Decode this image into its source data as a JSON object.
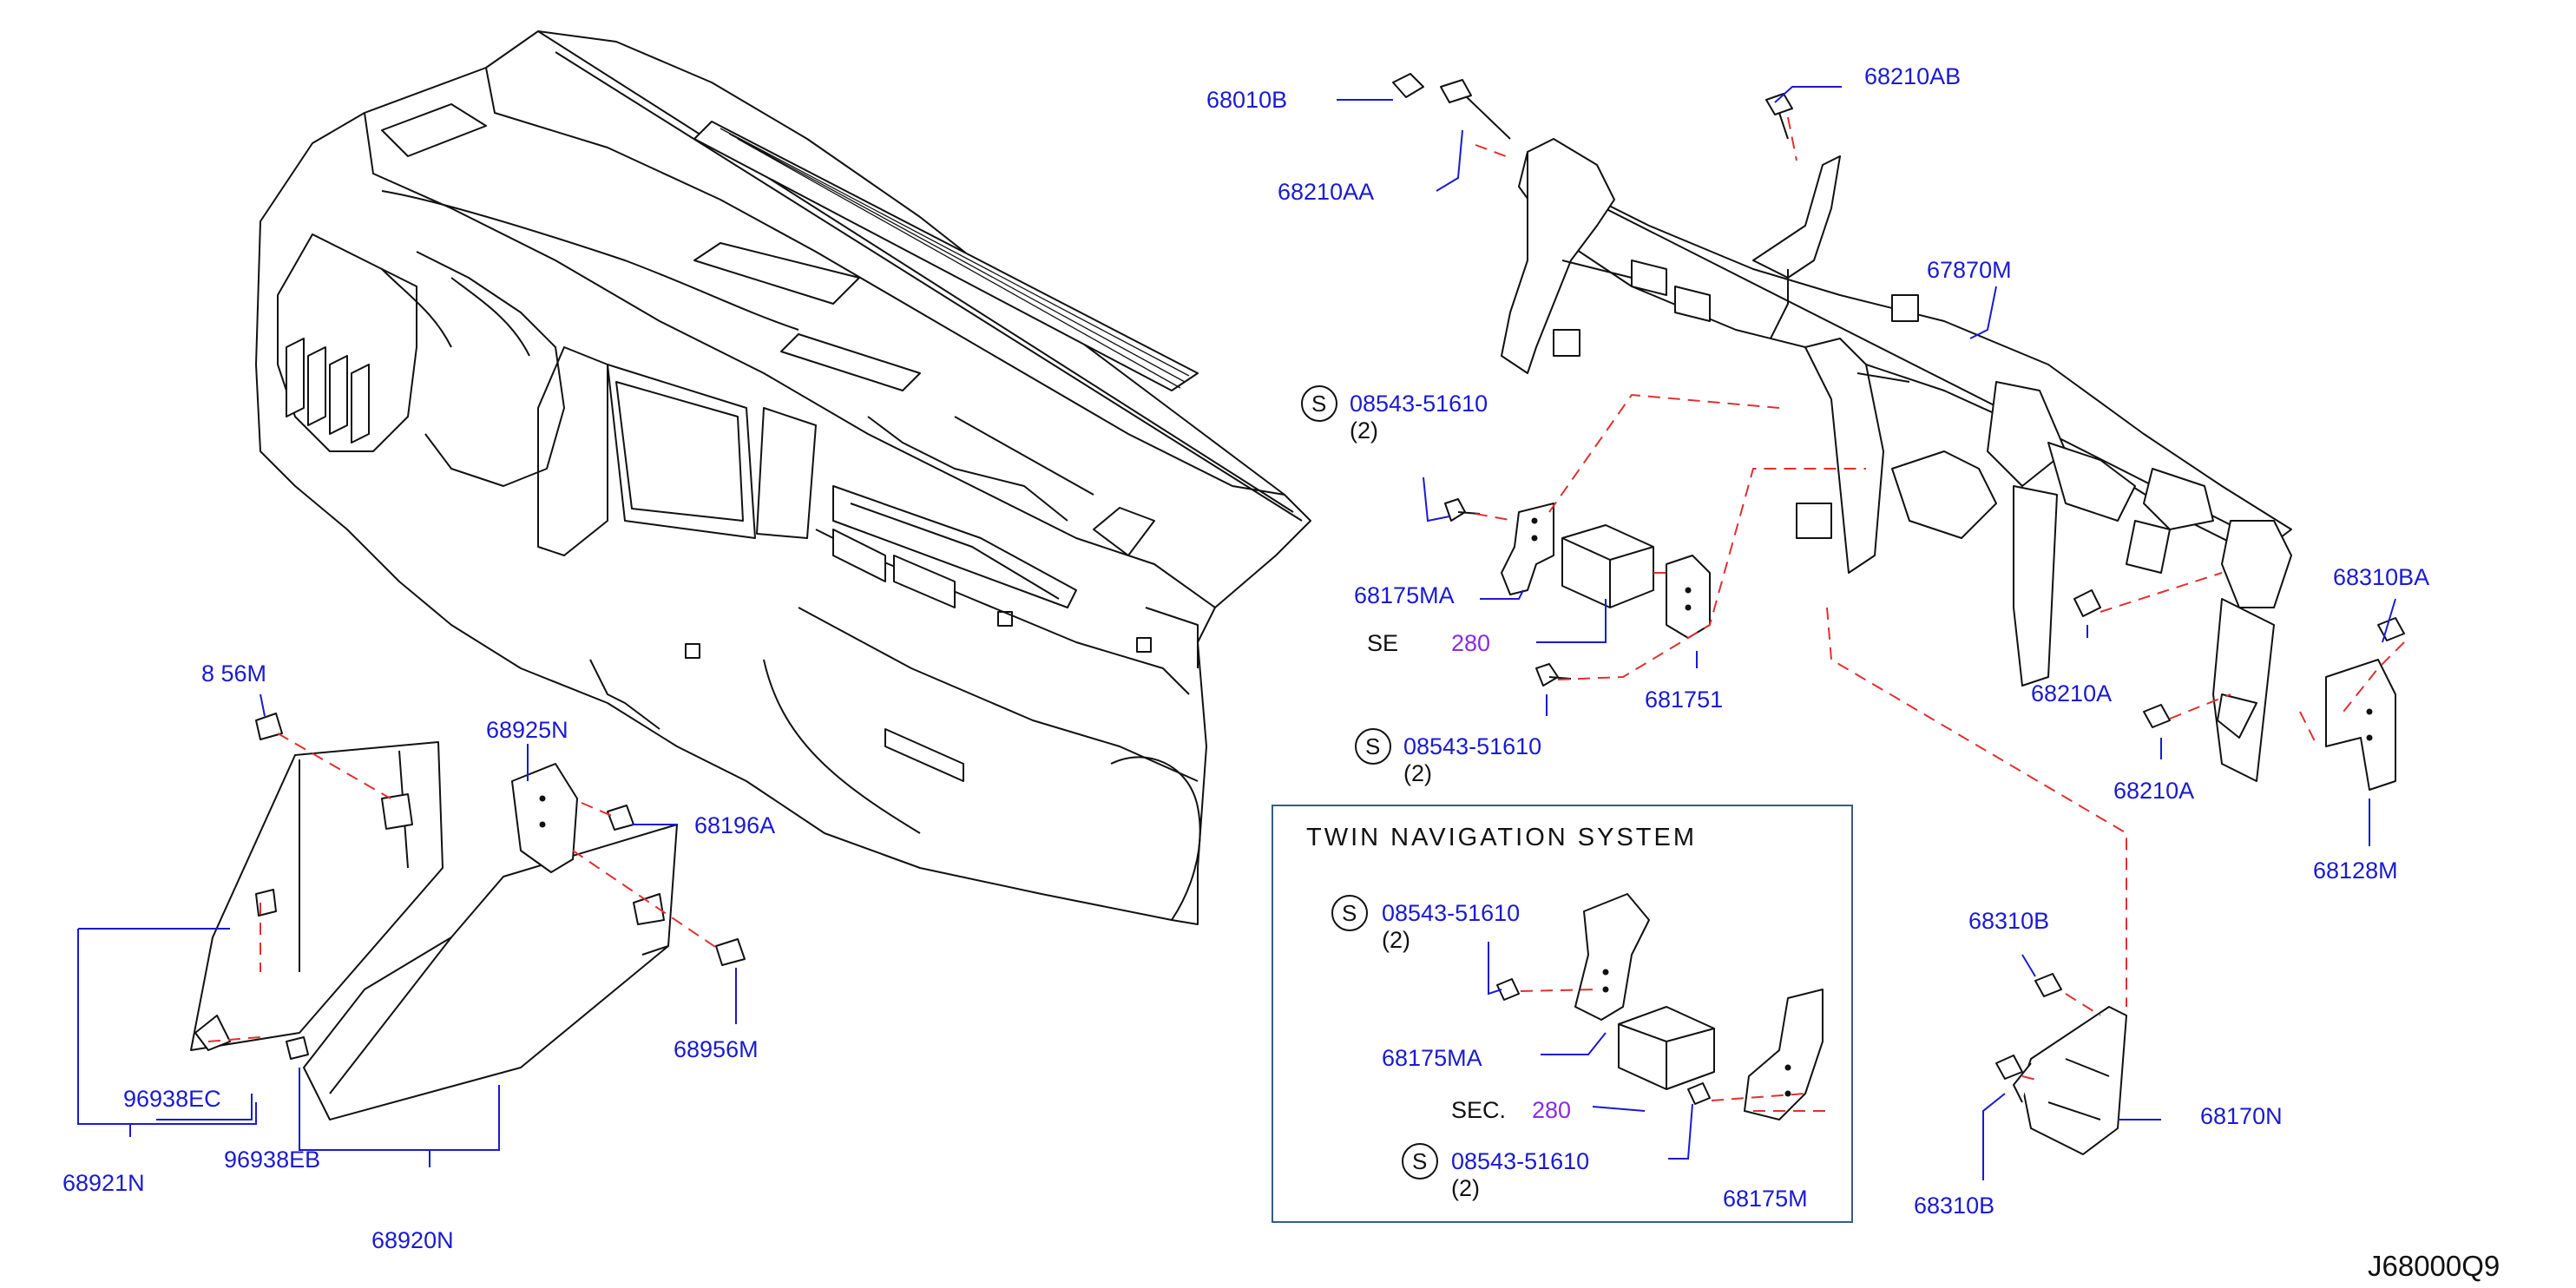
{
  "diagram": {
    "code": "J68000Q9",
    "box_title": "TWIN NAVIGATION SYSTEM",
    "screw_symbol": "S",
    "parts": {
      "p68010B": "68010B",
      "p68210AB": "68210AB",
      "p68210AA": "68210AA",
      "p67870M": "67870M",
      "p68175MA": "68175MA",
      "p68175M": "68175M",
      "p68310BA": "68310BA",
      "p68210A_a": "68210A",
      "p68210A_b": "68210A",
      "p68128M": "68128M",
      "p68956M_top": "8 56M",
      "p68925N": "68925N",
      "p68196A": "68196A",
      "p68956M": "68956M",
      "p96938EC": "96938EC",
      "p96938EB": "96938EB",
      "p68921N": "68921N",
      "p68920N": "68920N",
      "p68310B_a": "68310B",
      "p68310B_b": "68310B",
      "p68170N": "68170N",
      "p68175M_main": "681751",
      "box_68175MA": "68175MA",
      "box_68175M": "68175M"
    },
    "screws": [
      {
        "part": "08543-51610",
        "qty": "(2)"
      },
      {
        "part": "08543-51610",
        "qty": "(2)"
      },
      {
        "part": "08543-51610",
        "qty": "(2)"
      },
      {
        "part": "08543-51610",
        "qty": "(2)"
      }
    ],
    "sec_refs": [
      {
        "prefix": "SE",
        "number": "280"
      },
      {
        "prefix": "SEC.",
        "number": "280"
      }
    ],
    "colors": {
      "label": "#1a1ad2",
      "section_number": "#8a2be2",
      "dashed_line": "#e03030",
      "linework": "#111111"
    }
  }
}
